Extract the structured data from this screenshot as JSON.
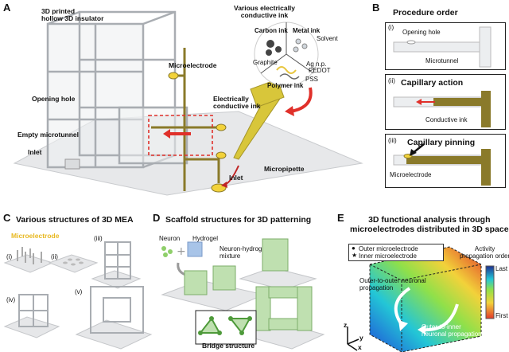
{
  "panels": {
    "A": {
      "letter": "A",
      "labels": {
        "insulator": "3D printed\nhollow 3D insulator",
        "microelectrode": "Microelectrode",
        "opening_hole": "Opening hole",
        "empty_microtunnel": "Empty microtunnel",
        "inlet_left": "Inlet",
        "inks_title": "Various electrically\nconductive ink",
        "carbon_ink": "Carbon ink",
        "metal_ink": "Metal ink",
        "solvent": "Solvent",
        "graphite": "Graphite",
        "ag_np": "Ag n.p.",
        "pedot": "PEDOT",
        "pss": "PSS",
        "polymer_ink": "Polymer ink",
        "conductive_ink": "Electrically\nconductive ink",
        "micropipette": "Micropipette",
        "inlet_right": "Inlet"
      }
    },
    "B": {
      "letter": "B",
      "title": "Procedure order",
      "steps": [
        {
          "roman": "(i)",
          "label1": "Opening hole",
          "label2": "Microtunnel"
        },
        {
          "roman": "(ii)",
          "title": "Capillary action",
          "label": "Conductive ink"
        },
        {
          "roman": "(iii)",
          "title": "Capillary pinning",
          "label": "Microelectrode"
        }
      ]
    },
    "C": {
      "letter": "C",
      "title": "Various structures of 3D MEA",
      "microelectrode": "Microelectrode",
      "items": [
        "(i)",
        "(ii)",
        "(iii)",
        "(iv)",
        "(v)"
      ]
    },
    "D": {
      "letter": "D",
      "title": "Scaffold structures for 3D patterning",
      "neuron": "Neuron",
      "hydrogel": "Hydrogel",
      "mixture": "Neuron-hydrogel\nmixture",
      "bridge": "Bridge structure"
    },
    "E": {
      "letter": "E",
      "title": "3D functional analysis through\nmicroelectrodes distributed in 3D space",
      "legend_outer": "Outer microelectrode",
      "legend_inner": "Inner microelectrode",
      "activity_title": "Activity\npropagation order",
      "last": "Last",
      "first": "First",
      "outer_to_outer": "Outer-to-outer neuronal\npropagation",
      "outer_to_inner": "Outer-to-inner\nneuronal propagation",
      "axis_z": "z",
      "axis_y": "y",
      "axis_x": "x"
    }
  },
  "colors": {
    "ink": "#8a7a2a",
    "electrode": "#f2d23a",
    "arrow_red": "#e0302a",
    "pipette": "#d8c63a",
    "scaffold_green": "#bfe0b0",
    "gray_frame": "#b9bcc0"
  }
}
